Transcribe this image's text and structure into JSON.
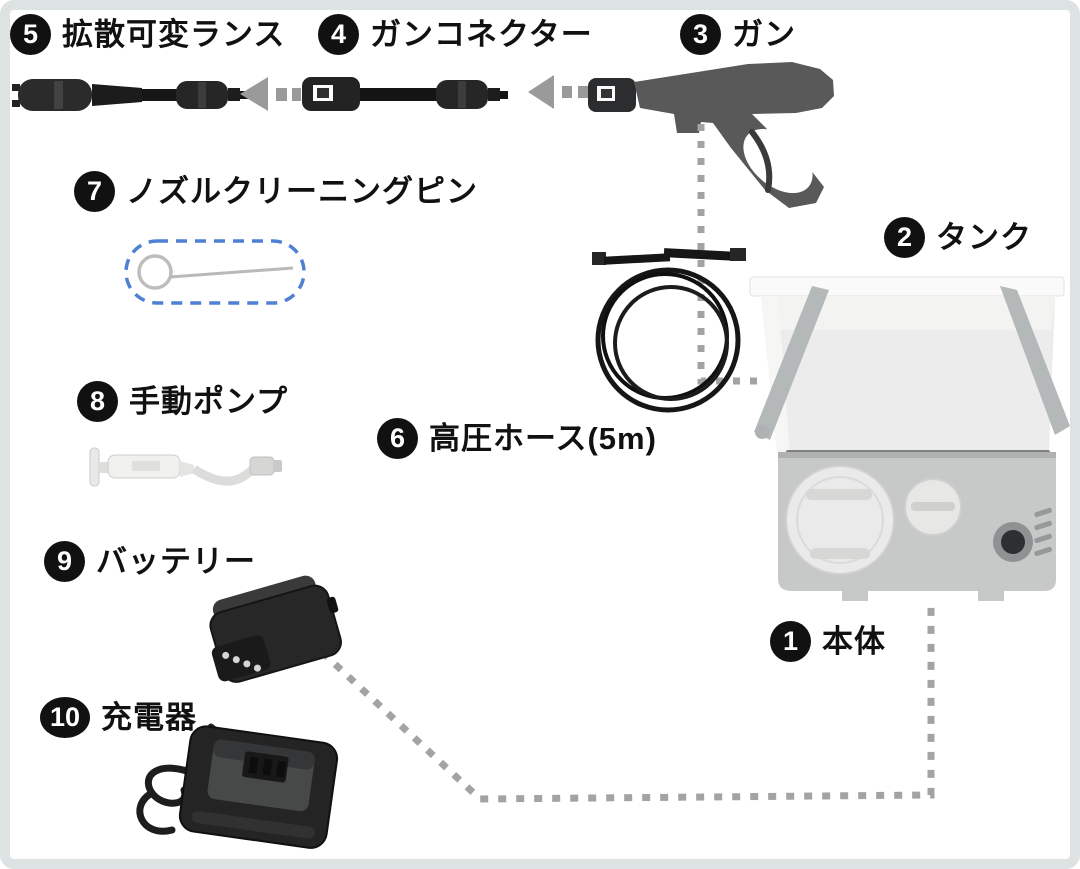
{
  "parts": {
    "1": {
      "number": "1",
      "label": "本体"
    },
    "2": {
      "number": "2",
      "label": "タンク"
    },
    "3": {
      "number": "3",
      "label": "ガン"
    },
    "4": {
      "number": "4",
      "label": "ガンコネクター"
    },
    "5": {
      "number": "5",
      "label": "拡散可変ランス"
    },
    "6": {
      "number": "6",
      "label": "高圧ホース(5m)"
    },
    "7": {
      "number": "7",
      "label": "ノズルクリーニングピン"
    },
    "8": {
      "number": "8",
      "label": "手動ポンプ"
    },
    "9": {
      "number": "9",
      "label": "バッテリー"
    },
    "10": {
      "number": "10",
      "label": "充電器"
    }
  },
  "colors": {
    "frame_border": "#dde3e2",
    "badge_background": "#111111",
    "badge_text": "#ffffff",
    "label_text": "#111111",
    "arrow_gray": "#9a9a9a",
    "dotted_connector_gray": "#a3a3a3",
    "cleaning_pin_outline_blue": "#4f80d4",
    "gun_body_gray": "#59595a",
    "tank_white": "#ececec",
    "machine_body_gray": "#c7c9c9"
  }
}
